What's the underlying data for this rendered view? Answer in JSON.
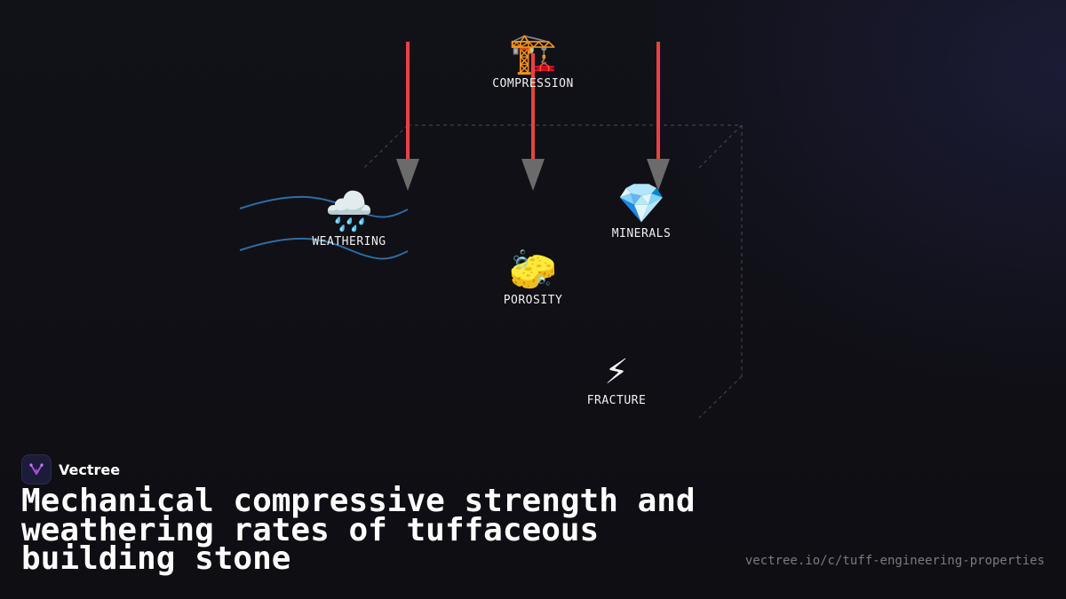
{
  "nodes": {
    "compression": {
      "icon": "building-construction-crane-icon",
      "emoji": "🏗️",
      "label": "COMPRESSION"
    },
    "weathering": {
      "icon": "cloud-with-rain-icon",
      "emoji": "🌧️",
      "label": "WEATHERING"
    },
    "minerals": {
      "icon": "gem-icon",
      "emoji": "💎",
      "label": "MINERALS"
    },
    "porosity": {
      "icon": "sponge-icon",
      "emoji": "🧽",
      "label": "POROSITY"
    },
    "fracture": {
      "icon": "lightning-bolt-icon",
      "emoji": "⚡",
      "label": "FRACTURE"
    }
  },
  "colors": {
    "force_arrow": "#e8433f",
    "arrow_head": "#6b6b6b",
    "water_wave": "#2e6da4",
    "block_outline": "#4a4a52"
  },
  "brand": {
    "name": "Vectree",
    "logo_icon": "vectree-logo-icon"
  },
  "title": "Mechanical compressive strength and weathering rates of tuffaceous building stone",
  "url": "vectree.io/c/tuff-engineering-properties"
}
